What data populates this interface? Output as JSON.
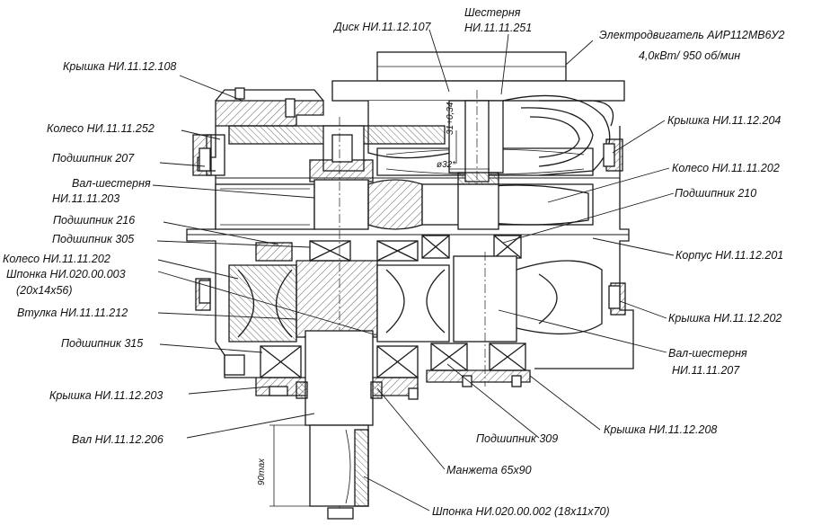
{
  "labels": {
    "disk": "Диск НИ.11.12.107",
    "gear_title": "Шестерня",
    "gear_code": "НИ.11.11.251",
    "motor_title": "Электродвигатель АИР112МВ6У2",
    "motor_spec": "4,0кВт/ 950 об/мин",
    "cover_108": "Крышка НИ.11.12.108",
    "wheel_252": "Колесо НИ.11.11.252",
    "bearing_207": "Подшипник 207",
    "shaft_gear_203_a": "Вал-шестерня",
    "shaft_gear_203_b": "НИ.11.11.203",
    "bearing_216": "Подшипник 216",
    "bearing_305": "Подшипник 305",
    "wheel_202": "Колесо НИ.11.11.202",
    "key_003_a": "Шпонка НИ.020.00.003",
    "key_003_b": "(20х14х56)",
    "sleeve_212": "Втулка НИ.11.11.212",
    "bearing_315": "Подшипник 315",
    "cover_203": "Крышка НИ.11.12.203",
    "shaft_206": "Вал НИ.11.12.206",
    "cover_204": "Крышка НИ.11.12.204",
    "wheel_202b": "Колесо НИ.11.11.202",
    "bearing_210": "Подшипник 210",
    "body_201": "Корпус НИ.11.12.201",
    "cover_202": "Крышка НИ.11.12.202",
    "shaft_gear_207_a": "Вал-шестерня",
    "shaft_gear_207_b": "НИ.11.11.207",
    "cover_208": "Крышка НИ.11.12.208",
    "bearing_309": "Подшипник 309",
    "seal": "Манжета 65х90",
    "key_002": "Шпонка НИ.020.00.002 (18х11х70)"
  },
  "dimensions": {
    "d32": "ø32*",
    "h34": "31+0,34",
    "l90": "90max"
  },
  "colors": {
    "line": "#1a1a1a",
    "hatch": "#555555",
    "background": "#ffffff"
  }
}
